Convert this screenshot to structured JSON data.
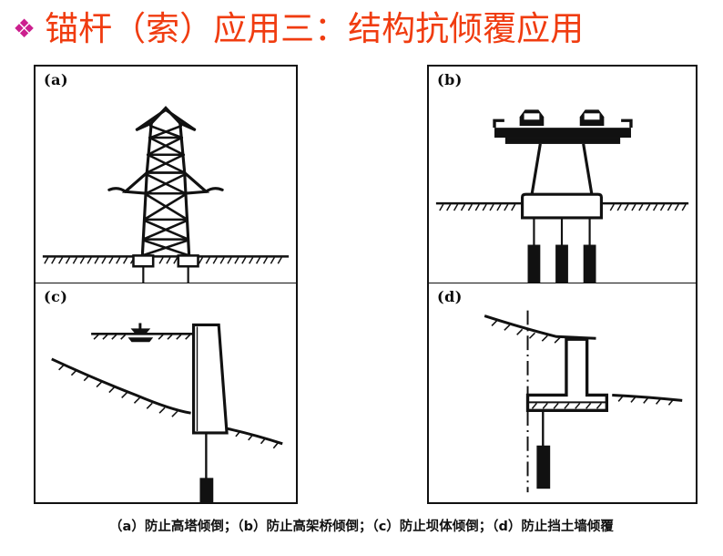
{
  "slide": {
    "title": {
      "bullet": "❖",
      "text": "锚杆（索）应用三：结构抗倾覆应用",
      "color": "#f03c10",
      "bullet_color": "#cc1f8e"
    },
    "figure": {
      "caption": "（a）防止高塔倾倒；（b）防止高架桥倾倒；（c）防止坝体倾倒；（d）防止挡土墙倾覆",
      "panels": [
        {
          "id": "a",
          "label": "(a)",
          "subject": "transmission-tower",
          "description": "防止高塔倾倒",
          "anchor_count": 2
        },
        {
          "id": "b",
          "label": "(b)",
          "subject": "elevated-bridge",
          "description": "防止高架桥倾倒",
          "anchor_count": 3
        },
        {
          "id": "c",
          "label": "(c)",
          "subject": "dam-body",
          "description": "防止坝体倾倒",
          "anchor_count": 1
        },
        {
          "id": "d",
          "label": "(d)",
          "subject": "retaining-wall",
          "description": "防止挡土墙倾覆",
          "anchor_count": 1
        }
      ]
    }
  }
}
